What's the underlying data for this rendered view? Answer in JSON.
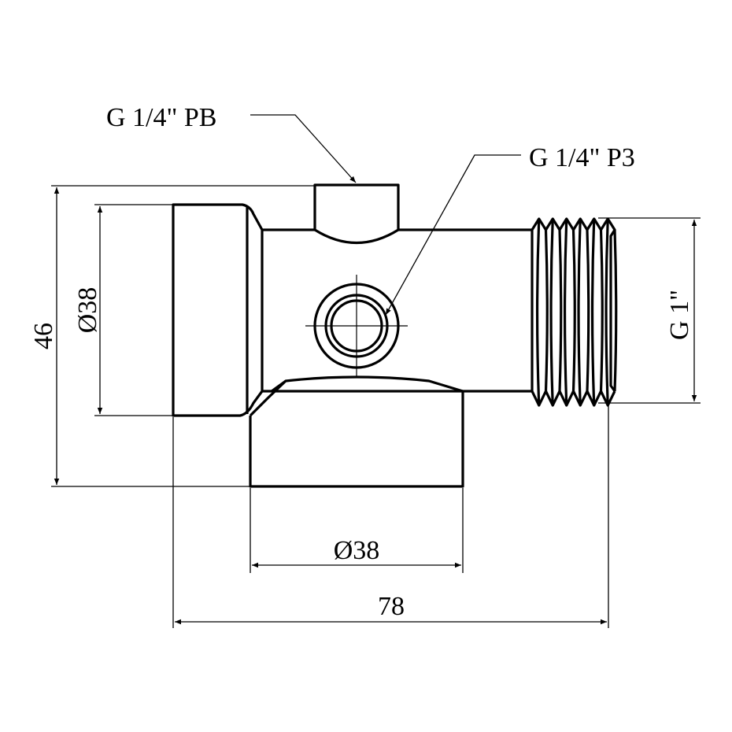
{
  "title": "Tee fitting technical drawing",
  "callouts": {
    "top_port": "G 1/4\" PB",
    "front_port": "G 1/4\" P3"
  },
  "dimensions": {
    "height": "46",
    "left_diameter": "Ø38",
    "thread": "G 1\"",
    "bottom_diameter": "Ø38",
    "length": "78"
  },
  "colors": {
    "line": "#000000",
    "background": "#ffffff"
  }
}
